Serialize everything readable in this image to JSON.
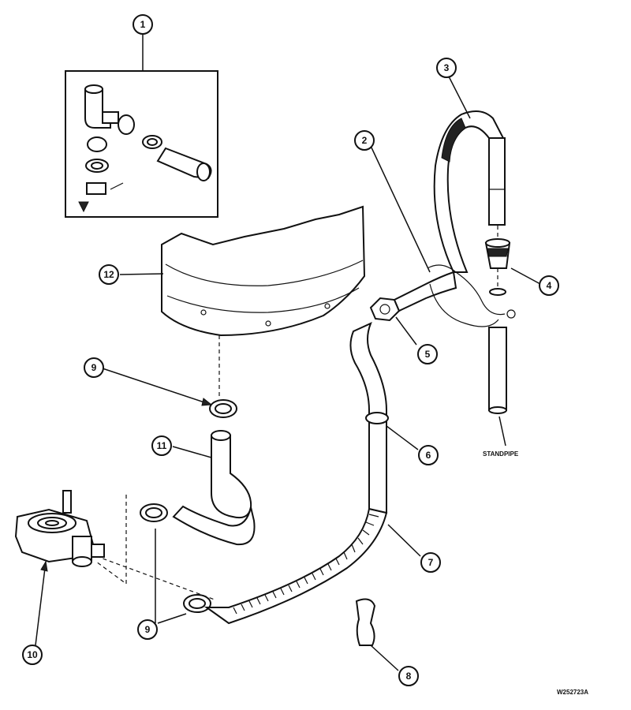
{
  "callouts": [
    {
      "id": "c1",
      "label": "1"
    },
    {
      "id": "c2",
      "label": "2"
    },
    {
      "id": "c3",
      "label": "3"
    },
    {
      "id": "c4",
      "label": "4"
    },
    {
      "id": "c5",
      "label": "5"
    },
    {
      "id": "c6",
      "label": "6"
    },
    {
      "id": "c7",
      "label": "7"
    },
    {
      "id": "c8",
      "label": "8"
    },
    {
      "id": "c9a",
      "label": "9"
    },
    {
      "id": "c9b",
      "label": "9"
    },
    {
      "id": "c10",
      "label": "10"
    },
    {
      "id": "c11",
      "label": "11"
    },
    {
      "id": "c12",
      "label": "12"
    }
  ],
  "labels": {
    "standpipe": "STANDPIPE",
    "drawing_code": "W252723A"
  }
}
